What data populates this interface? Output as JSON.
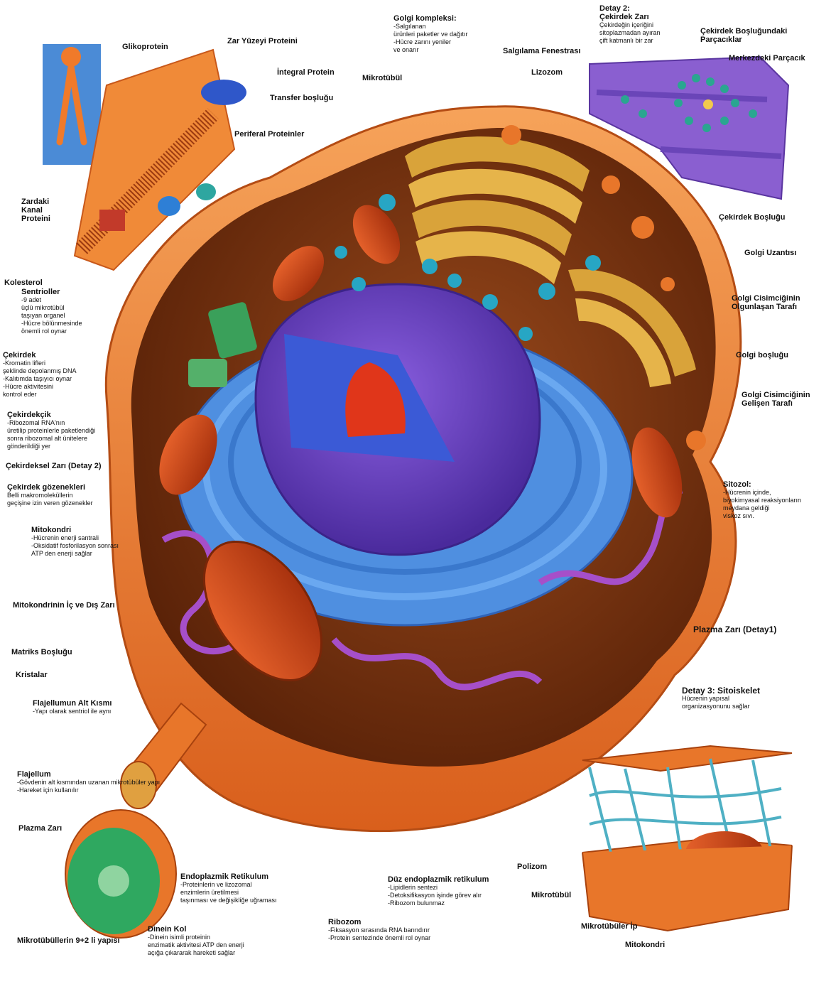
{
  "colors": {
    "cytoplasm": "#7a3410",
    "membrane": "#e8762a",
    "er": "#4f8fe0",
    "nucleus": "#6a3fc4",
    "nucleolus": "#e0361a",
    "golgi": "#d9a33a",
    "mito": "#c9471c",
    "vesicle": "#27a6c4",
    "smooth_er": "#a64fc9",
    "detail_panel": "#4b8bd6"
  },
  "labels": {
    "glikoprotein": {
      "title": "Glikoprotein"
    },
    "zar_yuzeyi": {
      "title": "Zar Yüzeyi Proteini"
    },
    "integral": {
      "title": "İntegral Protein"
    },
    "transfer": {
      "title": "Transfer boşluğu"
    },
    "periferal": {
      "title": "Periferal Proteinler"
    },
    "zardaki_kanal": {
      "lines": [
        "Zardaki",
        "Kanal",
        "Proteini"
      ]
    },
    "kolesterol": {
      "title": "Kolesterol"
    },
    "sentrioller": {
      "title": "Sentrioller",
      "lines": [
        "-9 adet",
        "üçlü mikrotübül",
        "taşıyan organel",
        "-Hücre bölünmesinde",
        "önemli rol oynar"
      ]
    },
    "cekirdek": {
      "title": "Çekirdek",
      "lines": [
        "-Kromatin lifleri",
        "şeklinde depolanmış DNA",
        "-Kalıtımda taşıyıcı oynar",
        "-Hücre aktivitesini",
        "kontrol eder"
      ]
    },
    "cekirdekcik": {
      "title": "Çekirdekçik",
      "lines": [
        "-Ribozomal RNA'nın",
        "üretilip proteinlerle paketlendiği",
        "sonra ribozomal alt ünitelere",
        "gönderildiği yer"
      ]
    },
    "cekirdeksel_zar": {
      "title": "Çekirdeksel Zarı (Detay 2)"
    },
    "cekirdek_gozenekleri": {
      "title": "Çekirdek gözenekleri",
      "lines": [
        "Belli makromoleküllerin",
        "geçişine izin veren gözenekler"
      ]
    },
    "mitokondri": {
      "title": "Mitokondri",
      "lines": [
        "-Hücrenin enerji santrali",
        "-Oksidatif fosforilasyon sonrası",
        "ATP den enerji sağlar"
      ]
    },
    "mito_zar": {
      "title": "Mitokondrinin İç ve Dış Zarı"
    },
    "matriks": {
      "title": "Matriks Boşluğu"
    },
    "kristalar": {
      "title": "Kristalar"
    },
    "flajellum_alt": {
      "title": "Flajellumun Alt Kısmı",
      "lines": [
        "-Yapı olarak sentriol ile aynı"
      ]
    },
    "flajellum": {
      "title": "Flajellum",
      "lines": [
        "-Gövdenin alt kısmından uzanan mikrotübüler yapı",
        "-Hareket için kullanılır"
      ]
    },
    "plazma_zari": {
      "title": "Plazma Zarı"
    },
    "mikrotubul_9x2": {
      "title": "Mikrotübüllerin 9+2 li yapısı"
    },
    "dinein": {
      "title": "Dinein Kol",
      "lines": [
        "-Dinein isimli proteinin",
        "enzimatik aktivitesi ATP den enerji",
        "açığa çıkararak hareketi sağlar"
      ]
    },
    "endoplazmik": {
      "title": "Endoplazmik Retikulum",
      "lines": [
        "-Proteinlerin ve lizozomal",
        "enzimlerin üretilmesi",
        "taşınması ve değişikliğe uğraması"
      ]
    },
    "ribozom": {
      "title": "Ribozom",
      "lines": [
        "-Fiksasyon sırasında RNA barındırır",
        "-Protein sentezinde önemli rol oynar"
      ]
    },
    "duz_er": {
      "title": "Düz endoplazmik retikulum",
      "lines": [
        "-Lipidlerin sentezi",
        "-Detoksifikasyon işinde görev alır",
        "-Ribozom bulunmaz"
      ]
    },
    "golgi_kompleksi": {
      "title": "Golgi kompleksi:",
      "lines": [
        "-Salgılanan",
        "ürünleri paketler ve dağıtır",
        "-Hücre zarını yeniler",
        "ve onarır"
      ]
    },
    "mikrotubul_top": {
      "title": "Mikrotübül"
    },
    "salgilama": {
      "title": "Salgılama Fenestrası"
    },
    "lizozom": {
      "title": "Lizozom"
    },
    "detay2": {
      "title": "Detay 2:",
      "subtitle": "Çekirdek Zarı",
      "lines": [
        "Çekirdeğin içeriğini",
        "sitoplazmadan ayıran",
        "çift katmanlı bir zar"
      ]
    },
    "cekirdek_bosluk_parcacik": {
      "lines": [
        "Çekirdek Boşluğundaki",
        "Parçacıklar"
      ]
    },
    "merkezdeki": {
      "title": "Merkezdeki Parçacık"
    },
    "cekirdek_boslugu": {
      "title": "Çekirdek Boşluğu"
    },
    "golgi_uzantisi": {
      "title": "Golgi Uzantısı"
    },
    "golgi_olgun": {
      "lines": [
        "Golgi Cisimciğinin",
        "Olgunlaşan Tarafı"
      ]
    },
    "golgi_boslugu": {
      "title": "Golgi boşluğu"
    },
    "golgi_gelisen": {
      "lines": [
        "Golgi Cisimciğinin",
        "Gelişen Tarafı"
      ]
    },
    "sitozol": {
      "title": "Sitozol:",
      "lines": [
        "-Hücrenin içinde,",
        "biyokimyasal reaksiyonların",
        "meydana geldiği",
        "viskoz sıvı."
      ]
    },
    "plazma_zari_detay": {
      "title": "Plazma Zarı (Detay1)"
    },
    "detay3": {
      "title": "Detay 3: Sitoiskelet",
      "lines": [
        "Hücrenin yapısal",
        "organizasyonunu sağlar"
      ]
    },
    "polizom": {
      "title": "Polizom"
    },
    "mikrotubul_d3": {
      "title": "Mikrotübül"
    },
    "mikrofilamentler": {
      "title": "Mikrotübüler İp"
    },
    "mitokondri_d3": {
      "title": "Mitokondri"
    }
  }
}
